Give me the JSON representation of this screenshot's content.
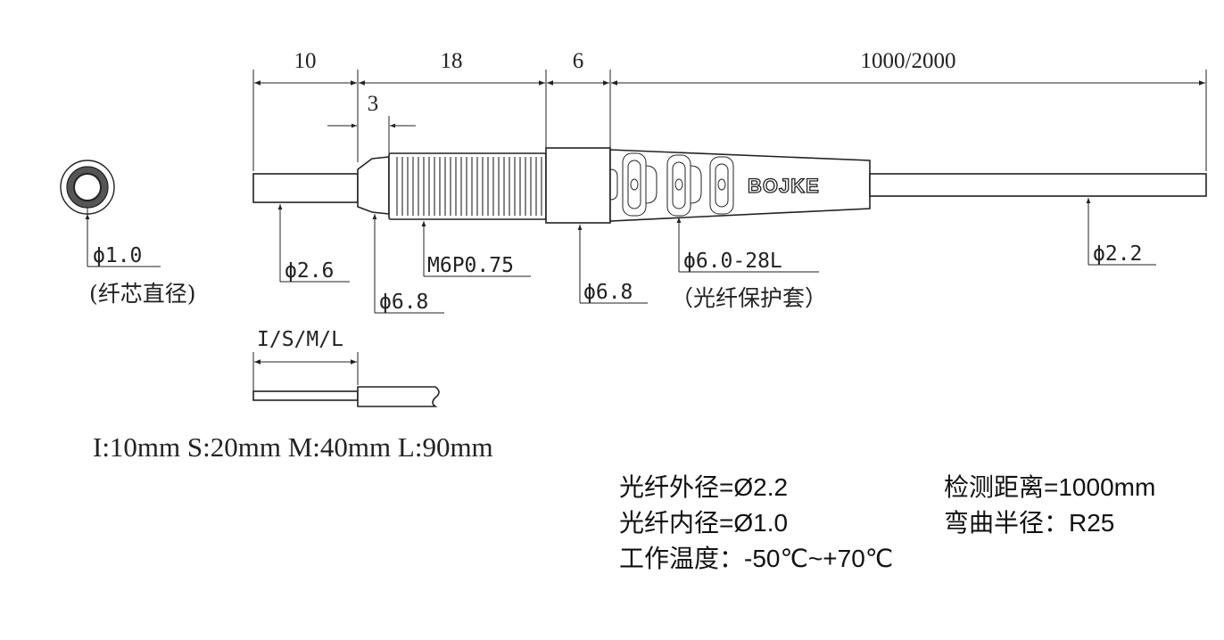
{
  "dimensions_top": {
    "d1": "10",
    "d2": "18",
    "d3": "6",
    "d4": "1000/2000",
    "d_small": "3"
  },
  "callouts": {
    "core_dia": "ϕ1.0",
    "core_note": "(纤芯直径)",
    "tip_dia": "ϕ2.6",
    "ferrule_dia": "ϕ6.8",
    "thread": "M6P0.75",
    "collar_dia": "ϕ6.8",
    "sleeve_spec": "ϕ6.0-28L",
    "sleeve_note": "（光纤保护套）",
    "cable_dia": "ϕ2.2"
  },
  "logo": "BOJKE",
  "tip_options": {
    "label": "I/S/M/L",
    "lengths": "I:10mm S:20mm M:40mm L:90mm"
  },
  "specs": {
    "left": [
      "光纤外径=Ø2.2",
      "光纤内径=Ø1.0",
      "工作温度：-50℃~+70℃"
    ],
    "right": [
      "检测距离=1000mm",
      "弯曲半径：R25"
    ]
  }
}
